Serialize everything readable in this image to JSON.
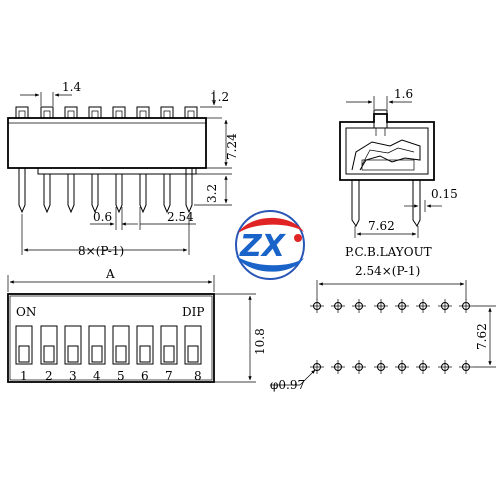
{
  "front_view": {
    "pitch_top_label": "1.4",
    "height_top_label": "1.2",
    "body_height_label": "7.24",
    "pin_height_label": "3.2",
    "pin_width_label": "0.6",
    "pitch_label": "2.54",
    "span_label": "8×(P-1)"
  },
  "side_view": {
    "actuator_label": "1.6",
    "row_spacing_label": "7.62",
    "thickness_label": "0.15"
  },
  "top_view": {
    "overall_label": "A",
    "on_label": "ON",
    "dip_label": "DIP",
    "height_label": "10.8",
    "switch_numbers": [
      "1",
      "2",
      "3",
      "4",
      "5",
      "6",
      "7",
      "8"
    ]
  },
  "pcb_layout": {
    "title": "P.C.B.LAYOUT",
    "pitch_label": "2.54×(P-1)",
    "row_spacing_label": "7.62",
    "hole_diameter_label": "φ0.97"
  },
  "logo": {
    "text": "ZX",
    "colors": {
      "blue": "#1a63c8",
      "red": "#e02323",
      "ring": "#2a56b8"
    }
  }
}
